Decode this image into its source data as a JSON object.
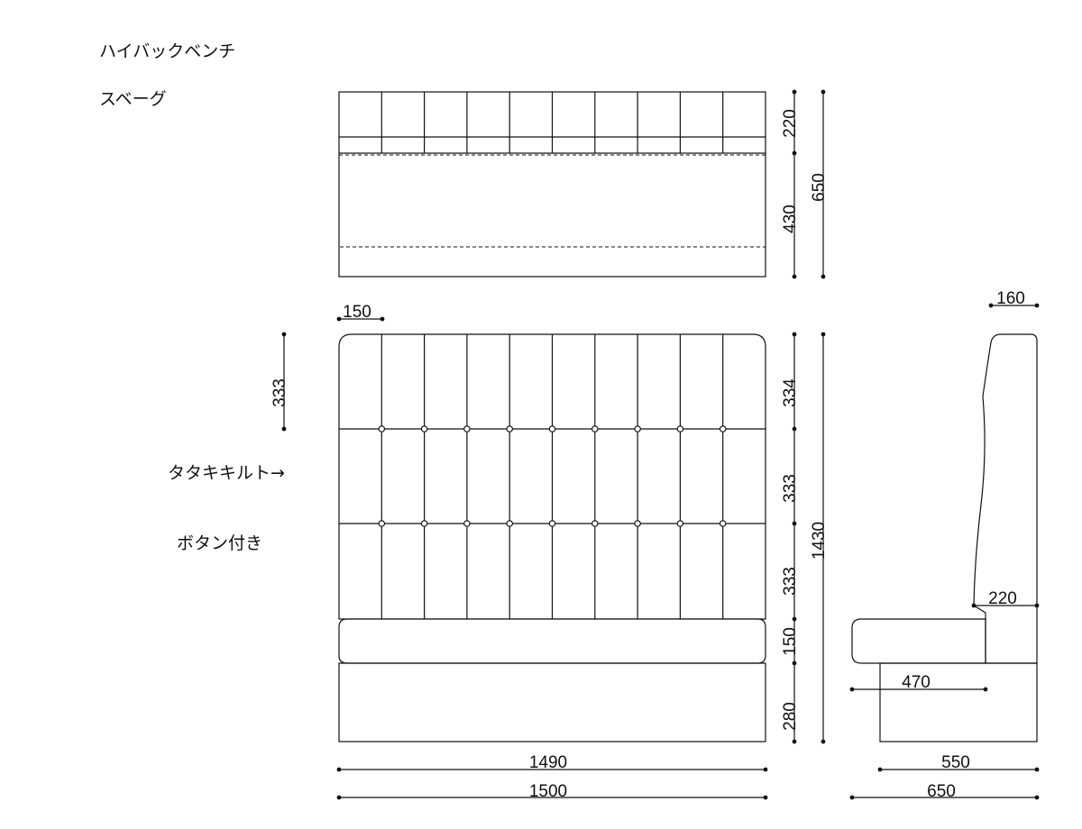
{
  "labels": {
    "product_name": "ハイバックベンチ",
    "product_model": "スベーグ",
    "quilt_note": "タタキキルト→",
    "button_note": "ボタン付き"
  },
  "dimensions": {
    "top_back_depth": "220",
    "top_seat_depth": "430",
    "top_total_depth": "650",
    "front_panel_width": "150",
    "front_row_height_left": "333",
    "front_row1": "334",
    "front_row2": "333",
    "front_row3": "333",
    "front_seat_thickness": "150",
    "front_base_height": "280",
    "front_total_height": "1430",
    "front_inner_width": "1490",
    "front_total_width": "1500",
    "side_top_thickness": "160",
    "side_back_thickness": "220",
    "side_seat_depth": "470",
    "side_base_depth": "550",
    "side_total_depth": "650"
  }
}
